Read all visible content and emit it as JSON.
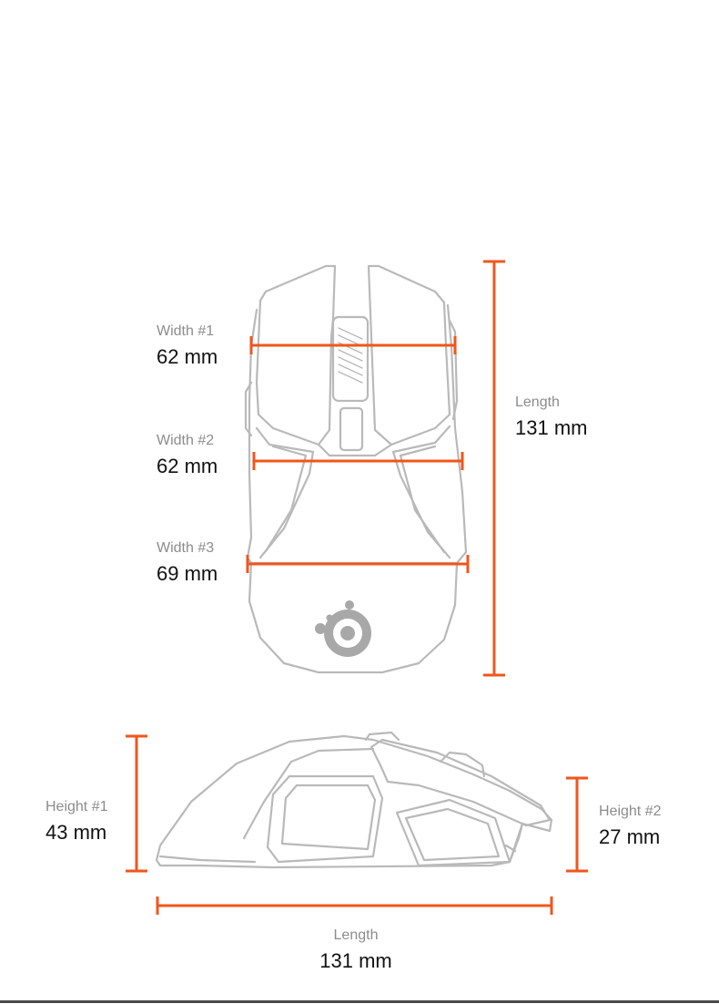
{
  "colors": {
    "dimension_line": "#f0561d",
    "outline": "#b9b9b9",
    "logo": "#a8a8a8",
    "label_name": "#8c8c8c",
    "label_value": "#111111"
  },
  "top_view": {
    "width1": {
      "name": "Width #1",
      "value": "62 mm"
    },
    "width2": {
      "name": "Width #2",
      "value": "62 mm"
    },
    "width3": {
      "name": "Width #3",
      "value": "69 mm"
    },
    "length": {
      "name": "Length",
      "value": "131 mm"
    }
  },
  "side_view": {
    "height1": {
      "name": "Height #1",
      "value": "43 mm"
    },
    "height2": {
      "name": "Height #2",
      "value": "27 mm"
    },
    "length": {
      "name": "Length",
      "value": "131 mm"
    }
  }
}
